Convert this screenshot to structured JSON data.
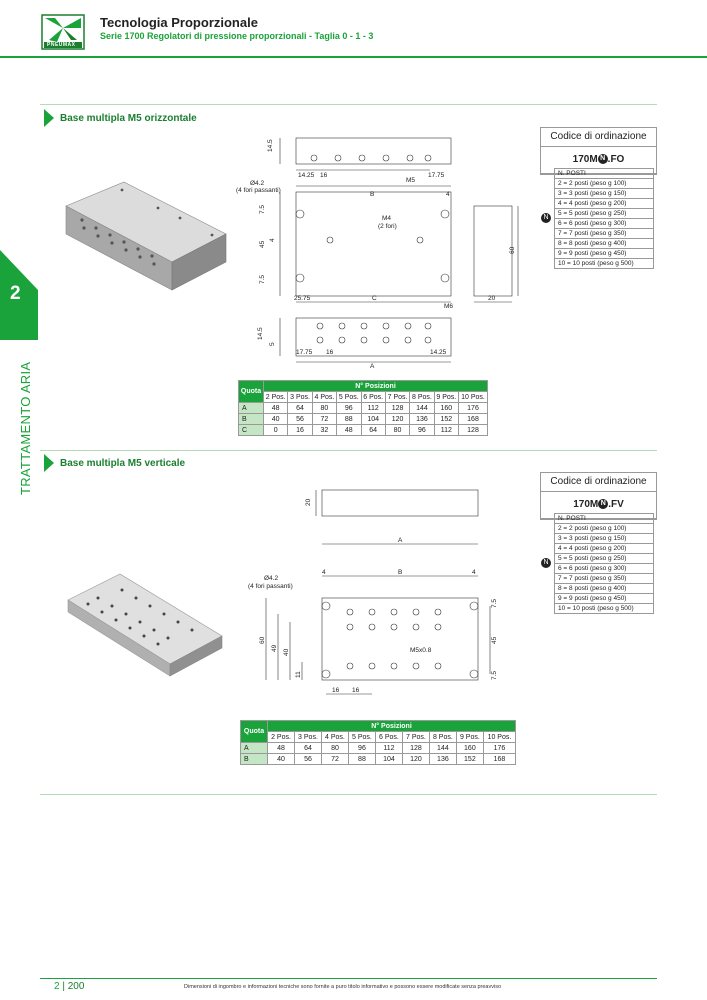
{
  "header": {
    "title": "Tecnologia Proporzionale",
    "subtitle": "Serie 1700 Regolatori di pressione proporzionali - Taglia 0 - 1 - 3",
    "logo_text": "PNEUMAX"
  },
  "side_tab": {
    "number": "2",
    "label": "TRATTAMENTO ARIA"
  },
  "colors": {
    "brand": "#1aa33a",
    "dark_green": "#1b7f2f",
    "light_green": "#c5e6c5"
  },
  "section1": {
    "title": "Base multipla M5 orizzontale",
    "drawing": {
      "dims": [
        "14.5",
        "14.25",
        "16",
        "M5",
        "17.75",
        "Ø4.2",
        "(4 fori passanti)",
        "B",
        "4",
        "7.5",
        "M4",
        "(2 fori)",
        "45",
        "4",
        "7.5",
        "25.75",
        "C",
        "60",
        "20",
        "M6",
        "14.5",
        "5",
        "17.75",
        "16",
        "A",
        "14.25"
      ]
    },
    "order": {
      "heading": "Codice di ordinazione",
      "code_prefix": "170M",
      "code_badge": "N",
      "code_suffix": ".FO",
      "list_header": "N. POSTI",
      "items": [
        "2 = 2 posti (peso g 100)",
        "3 = 3 posti (peso g 150)",
        "4 = 4 posti (peso g 200)",
        "5 = 5 posti (peso g 250)",
        "6 = 6 posti (peso g 300)",
        "7 = 7 posti (peso g 350)",
        "8 = 8 posti (peso g 400)",
        "9 = 9 posti (peso g 450)",
        "10 = 10 posti (peso g 500)"
      ]
    },
    "table": {
      "quota_label": "Quota",
      "positions_label": "N° Posizioni",
      "columns": [
        "2 Pos.",
        "3 Pos.",
        "4 Pos.",
        "5 Pos.",
        "6 Pos.",
        "7 Pos.",
        "8 Pos.",
        "9 Pos.",
        "10 Pos."
      ],
      "rows": [
        {
          "label": "A",
          "values": [
            "48",
            "64",
            "80",
            "96",
            "112",
            "128",
            "144",
            "160",
            "176"
          ]
        },
        {
          "label": "B",
          "values": [
            "40",
            "56",
            "72",
            "88",
            "104",
            "120",
            "136",
            "152",
            "168"
          ]
        },
        {
          "label": "C",
          "values": [
            "0",
            "16",
            "32",
            "48",
            "64",
            "80",
            "96",
            "112",
            "128"
          ]
        }
      ]
    }
  },
  "section2": {
    "title": "Base multipla M5 verticale",
    "drawing": {
      "dims": [
        "20",
        "A",
        "4",
        "B",
        "4",
        "Ø4.2",
        "(4 fori passanti)",
        "7.5",
        "60",
        "49",
        "40",
        "45",
        "M5x0.8",
        "11",
        "7.5",
        "16",
        "16"
      ]
    },
    "order": {
      "heading": "Codice di ordinazione",
      "code_prefix": "170M",
      "code_badge": "N",
      "code_suffix": ".FV",
      "list_header": "N. POSTI",
      "items": [
        "2 = 2 posti (peso g 100)",
        "3 = 3 posti (peso g 150)",
        "4 = 4 posti (peso g 200)",
        "5 = 5 posti (peso g 250)",
        "6 = 6 posti (peso g 300)",
        "7 = 7 posti (peso g 350)",
        "8 = 8 posti (peso g 400)",
        "9 = 9 posti (peso g 450)",
        "10 = 10 posti (peso g 500)"
      ]
    },
    "table": {
      "quota_label": "Quota",
      "positions_label": "N° Posizioni",
      "columns": [
        "2 Pos.",
        "3 Pos.",
        "4 Pos.",
        "5 Pos.",
        "6 Pos.",
        "7 Pos.",
        "8 Pos.",
        "9 Pos.",
        "10 Pos."
      ],
      "rows": [
        {
          "label": "A",
          "values": [
            "48",
            "64",
            "80",
            "96",
            "112",
            "128",
            "144",
            "160",
            "176"
          ]
        },
        {
          "label": "B",
          "values": [
            "40",
            "56",
            "72",
            "88",
            "104",
            "120",
            "136",
            "152",
            "168"
          ]
        }
      ]
    }
  },
  "footer": {
    "page_section": "2",
    "page_number": "200",
    "note": "Dimensioni di ingombro e informazioni tecniche sono fornite a puro titolo informativo e possono essere modificate senza preavviso"
  }
}
